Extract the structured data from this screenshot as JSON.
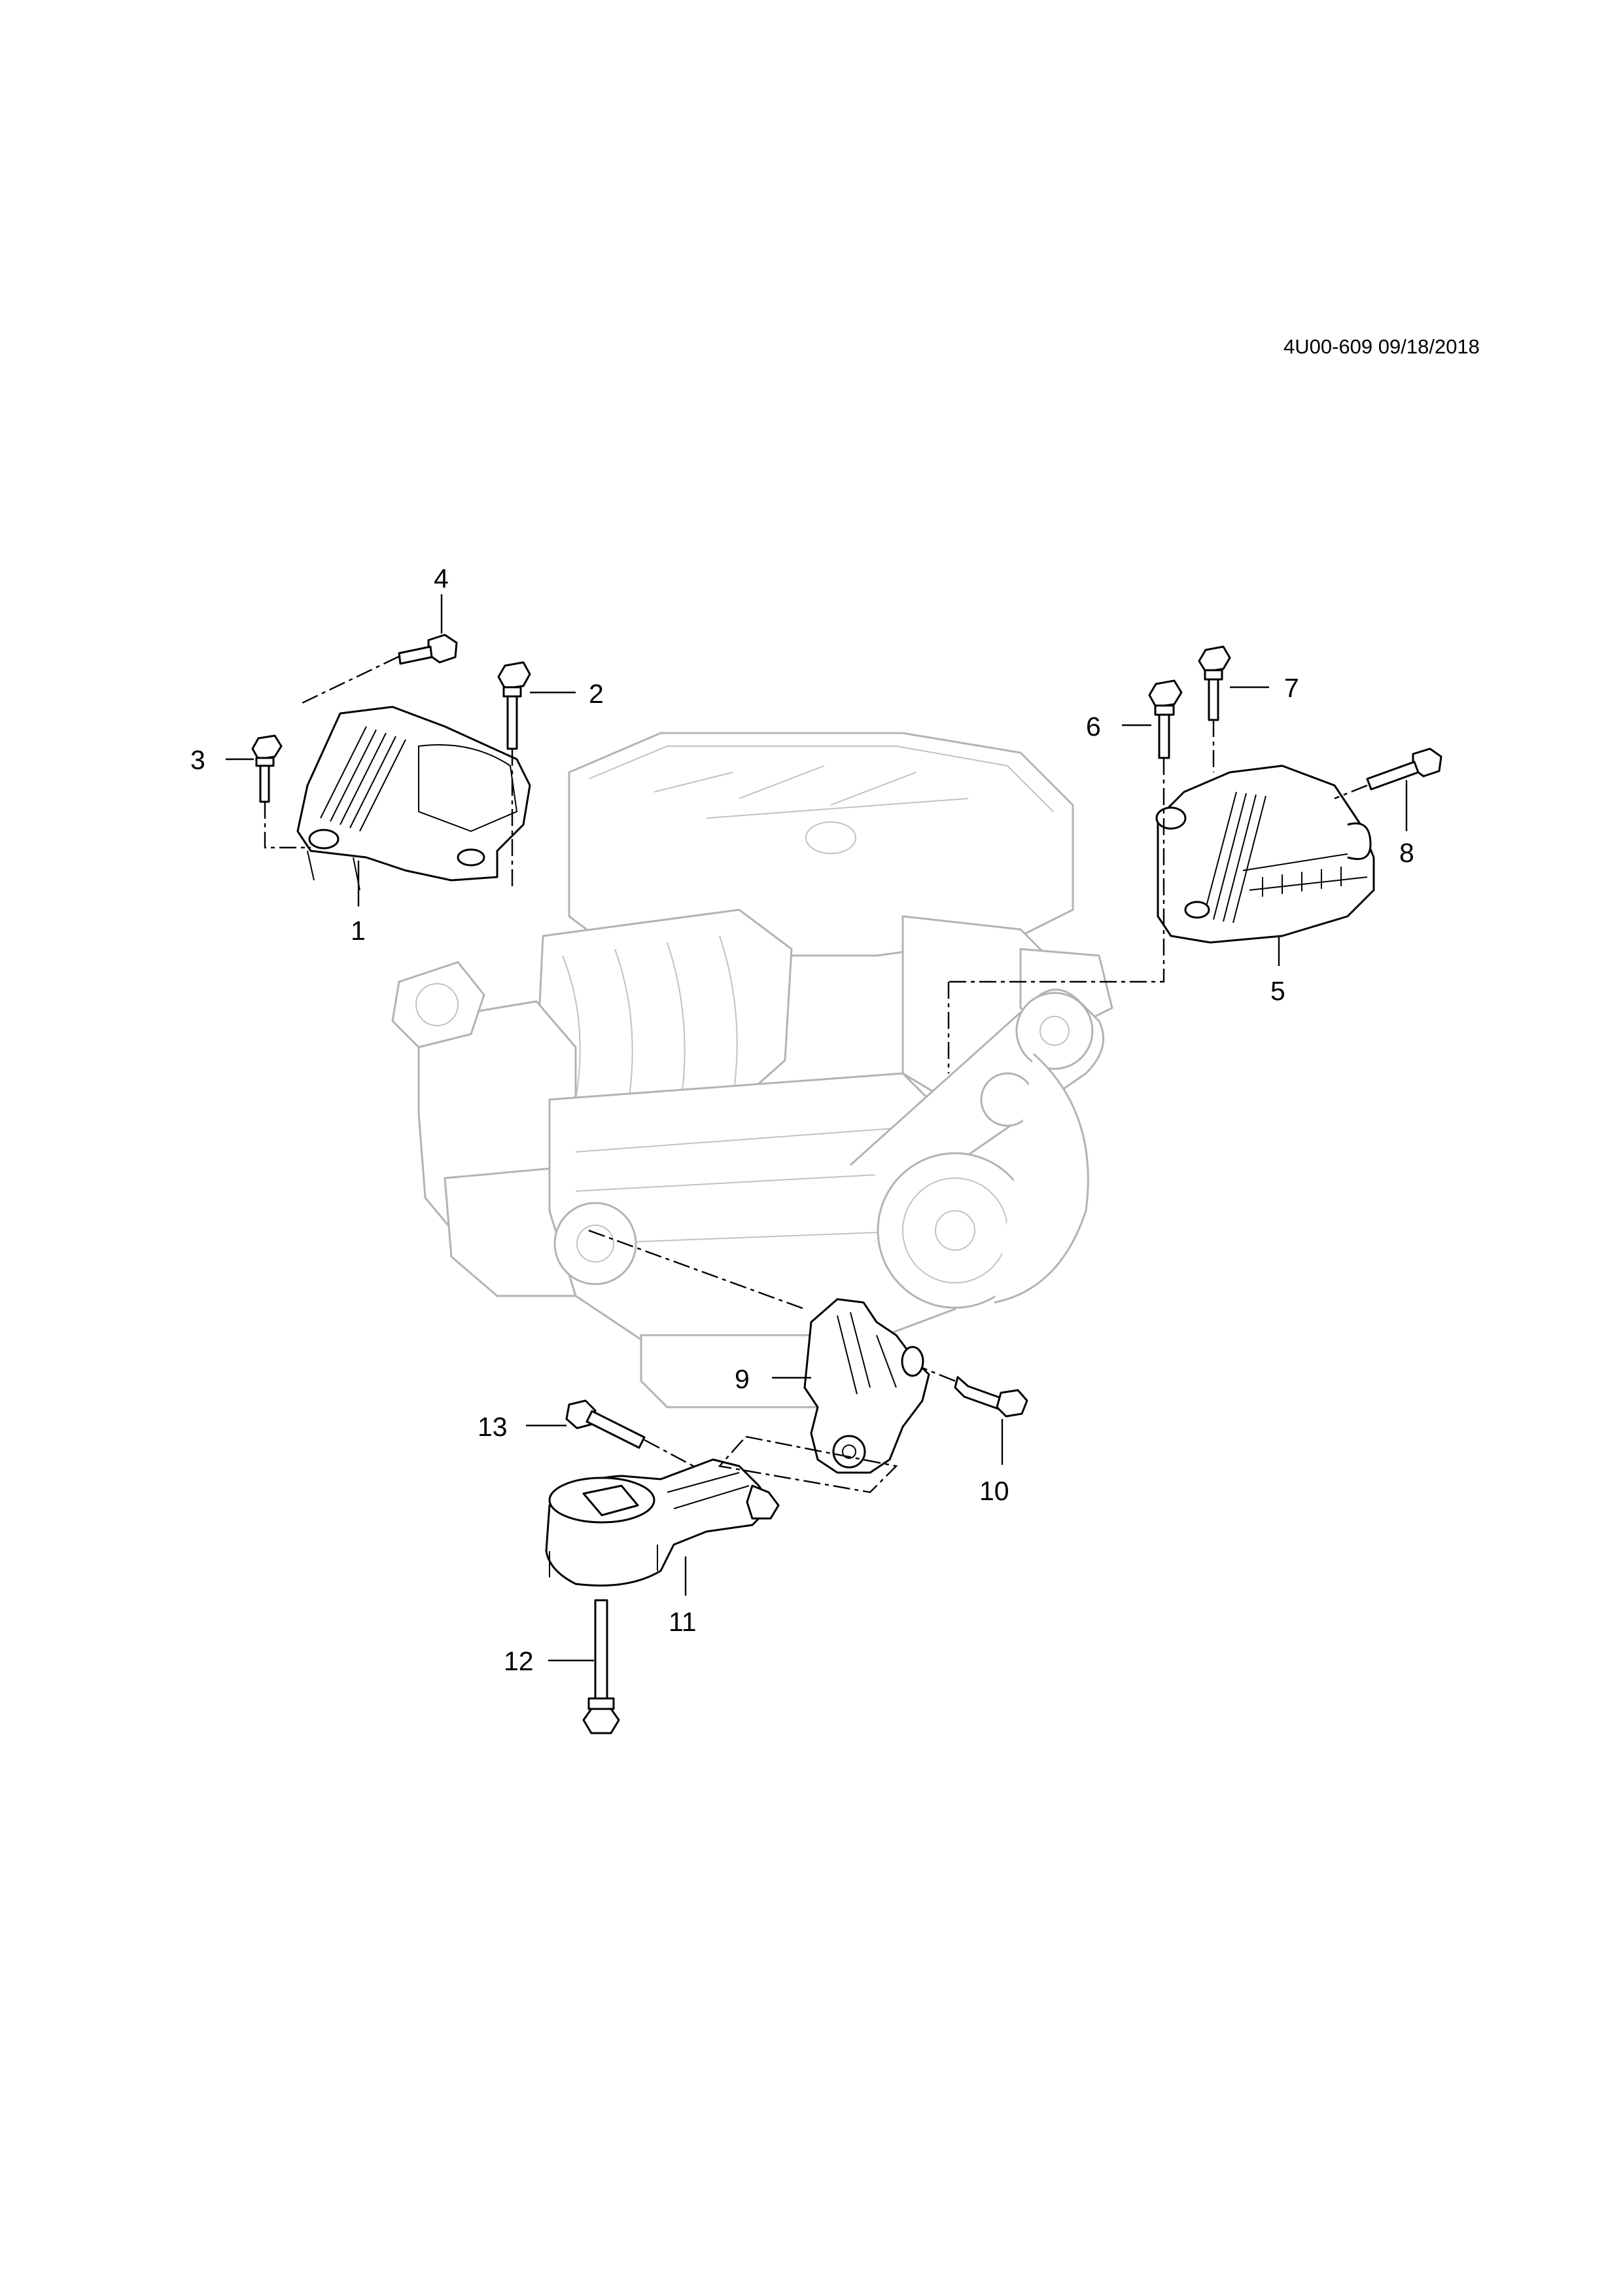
{
  "document": {
    "id": "4U00-609 09/18/2018"
  },
  "callouts": [
    {
      "number": "1"
    },
    {
      "number": "2"
    },
    {
      "number": "3"
    },
    {
      "number": "4"
    },
    {
      "number": "5"
    },
    {
      "number": "6"
    },
    {
      "number": "7"
    },
    {
      "number": "8"
    },
    {
      "number": "9"
    },
    {
      "number": "10"
    },
    {
      "number": "11"
    },
    {
      "number": "12"
    },
    {
      "number": "13"
    }
  ]
}
